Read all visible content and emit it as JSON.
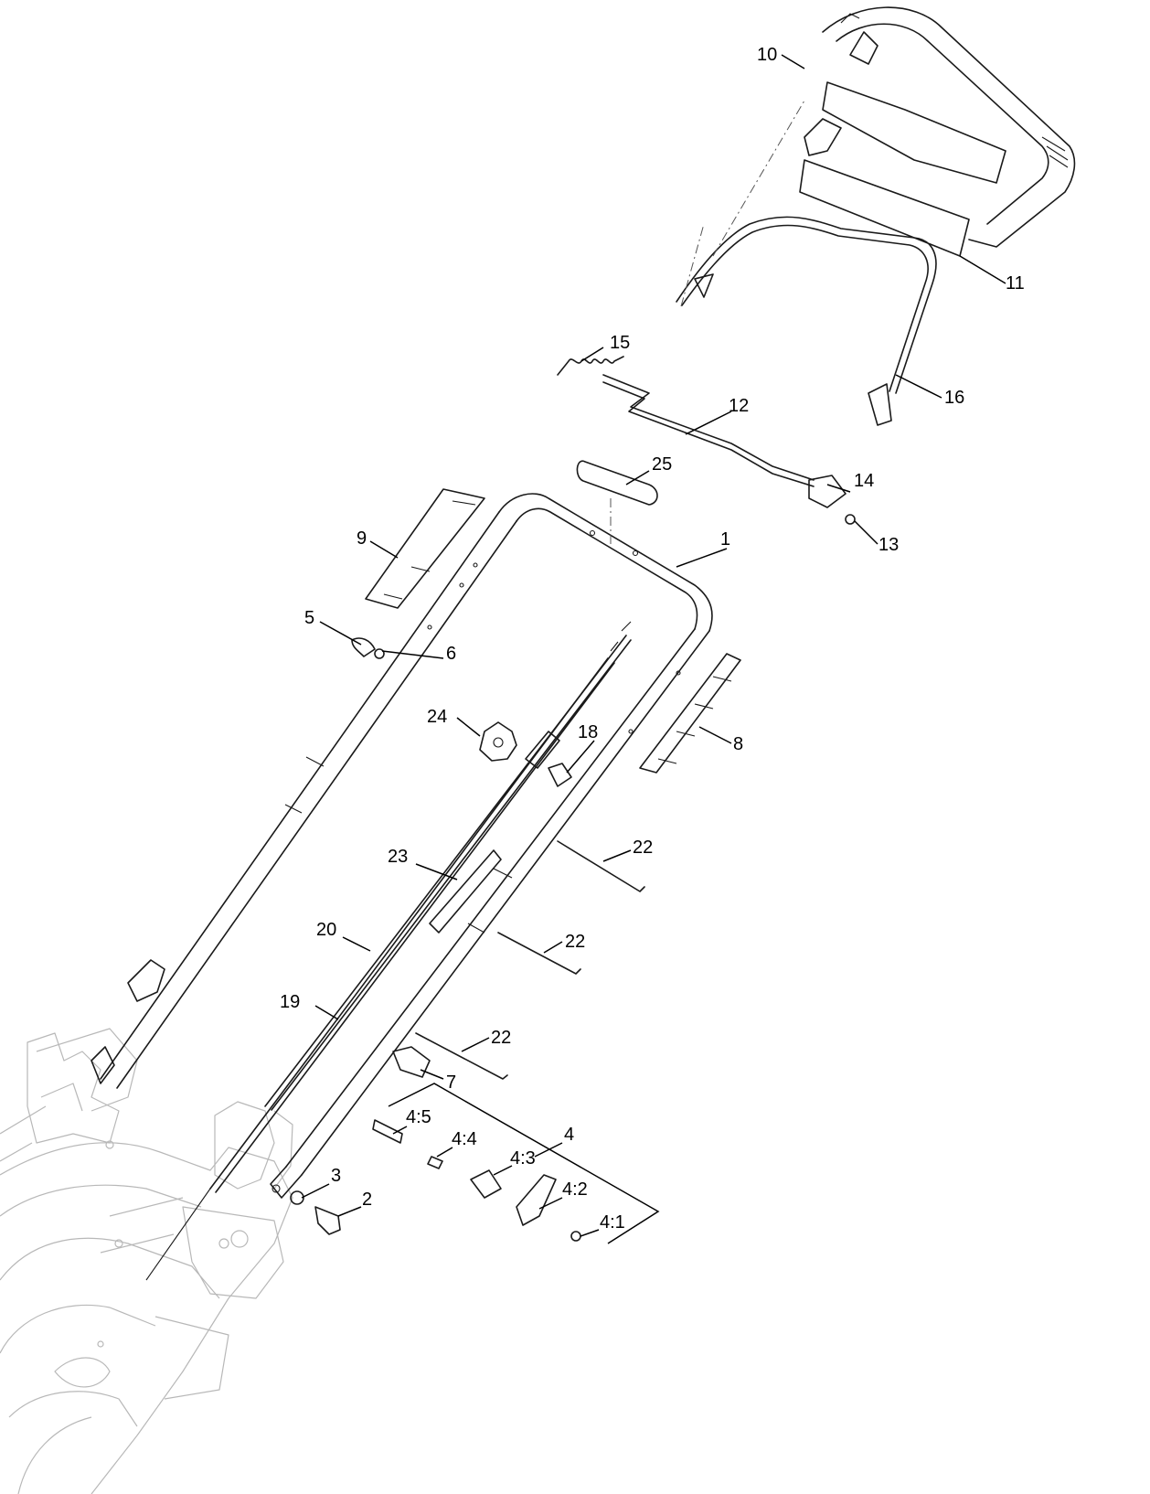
{
  "callouts": {
    "c1": "1",
    "c2": "2",
    "c3": "3",
    "c4": "4",
    "c4_1": "4:1",
    "c4_2": "4:2",
    "c4_3": "4:3",
    "c4_4": "4:4",
    "c4_5": "4:5",
    "c5": "5",
    "c6": "6",
    "c7": "7",
    "c8": "8",
    "c9": "9",
    "c10": "10",
    "c11": "11",
    "c12": "12",
    "c13": "13",
    "c14": "14",
    "c15": "15",
    "c16": "16",
    "c18": "18",
    "c19": "19",
    "c20": "20",
    "c22a": "22",
    "c22b": "22",
    "c22c": "22",
    "c23": "23",
    "c24": "24",
    "c25": "25"
  },
  "colors": {
    "line": "#1a1a1a",
    "faint_line": "#b8b8b8",
    "background": "#ffffff"
  }
}
